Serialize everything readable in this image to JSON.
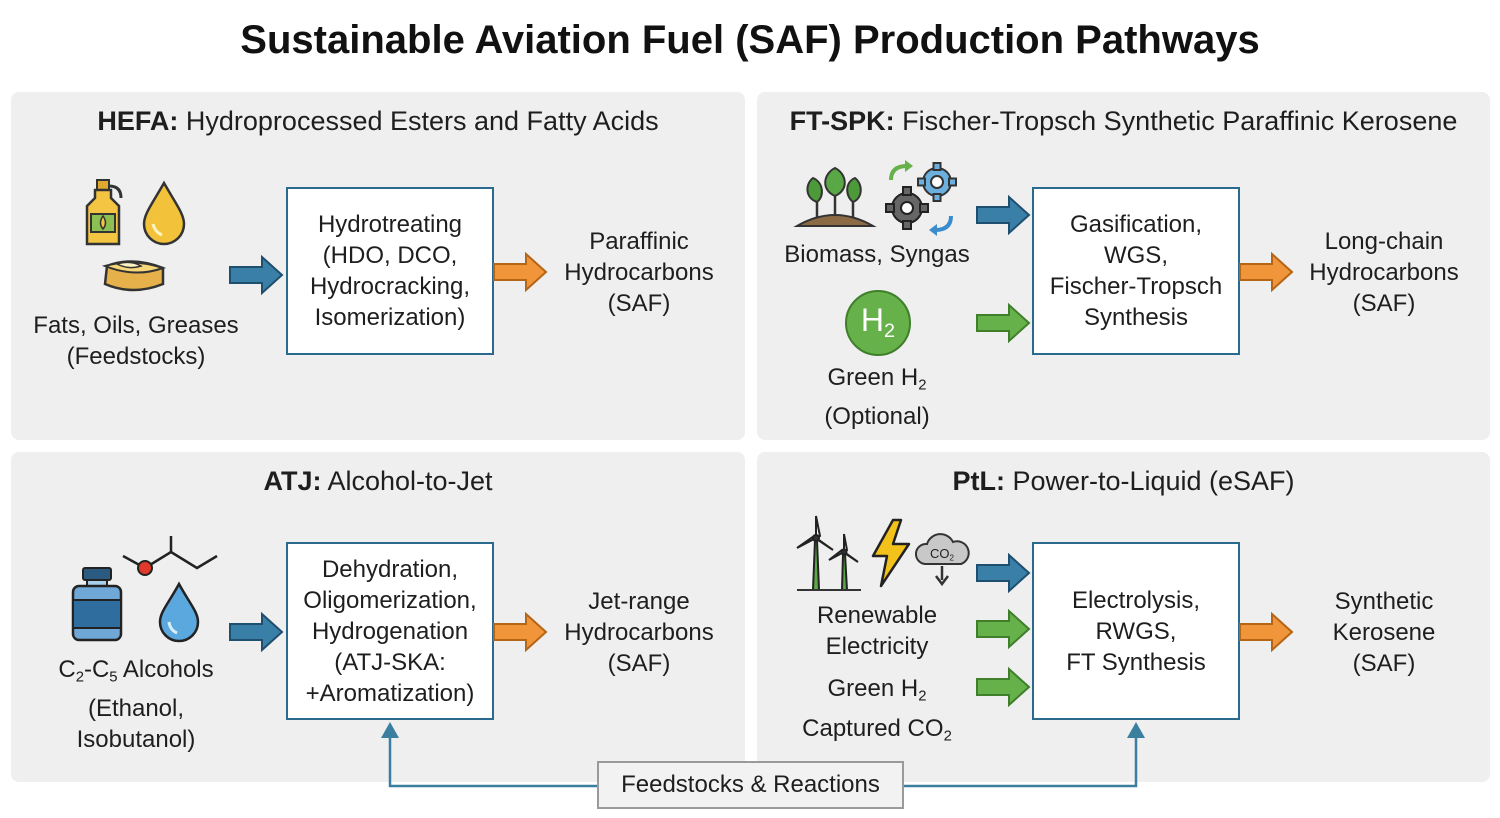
{
  "title": "Sustainable Aviation Fuel (SAF) Production Pathways",
  "colors": {
    "panel_bg": "#efefef",
    "process_border": "#2a6a8c",
    "blue_arrow": "#3a7fa8",
    "orange_arrow": "#f0953a",
    "green_arrow": "#66b14a",
    "connector": "#3a7fa0"
  },
  "panels": {
    "hefa": {
      "title_bold": "HEFA:",
      "title_rest": " Hydroprocessed Esters and Fatty Acids",
      "feedstock": [
        "Fats, Oils, Greases",
        "(Feedstocks)"
      ],
      "icons": [
        "oil-bottle-icon",
        "oil-drop-icon",
        "fat-block-icon"
      ],
      "process": [
        "Hydrotreating",
        "(HDO, DCO,",
        "Hydrocracking,",
        "Isomerization)"
      ],
      "product": [
        "Paraffinic",
        "Hydrocarbons",
        "(SAF)"
      ]
    },
    "ftspk": {
      "title_bold": "FT-SPK:",
      "title_rest": " Fischer-Tropsch Synthetic Paraffinic Kerosene",
      "feedstock_1": "Biomass, Syngas",
      "h2_symbol": "H",
      "h2_sub": "2",
      "feedstock_2_main": "Green H",
      "feedstock_2_sub": "2",
      "feedstock_2_note": "(Optional)",
      "icons": [
        "plants-icon",
        "gears-icon",
        "h2-circle-icon"
      ],
      "process": [
        "Gasification,",
        "WGS,",
        "Fischer-Tropsch",
        "Synthesis"
      ],
      "product": [
        "Long-chain",
        "Hydrocarbons",
        "(SAF)"
      ]
    },
    "atj": {
      "title_bold": "ATJ:",
      "title_rest": " Alcohol-to-Jet",
      "feedstock_l1_a": "C",
      "feedstock_l1_sub1": "2",
      "feedstock_l1_b": "-C",
      "feedstock_l1_sub2": "5",
      "feedstock_l1_c": " Alcohols",
      "feedstock_l2": "(Ethanol,",
      "feedstock_l3": "Isobutanol)",
      "icons": [
        "bottle-icon",
        "molecule-icon",
        "water-drop-icon"
      ],
      "process": [
        "Dehydration,",
        "Oligomerization,",
        "Hydrogenation",
        "(ATJ-SKA:",
        "+Aromatization)"
      ],
      "product": [
        "Jet-range",
        "Hydrocarbons",
        "(SAF)"
      ]
    },
    "ptl": {
      "title_bold": "PtL:",
      "title_rest": " Power-to-Liquid (eSAF)",
      "feedstock_1": [
        "Renewable",
        "Electricity"
      ],
      "feedstock_2_main": "Green H",
      "feedstock_2_sub": "2",
      "feedstock_3_main": "Captured CO",
      "feedstock_3_sub": "2",
      "co2_main": "CO",
      "co2_sub": "2",
      "icons": [
        "wind-turbine-icon",
        "lightning-icon",
        "co2-cloud-icon"
      ],
      "process": [
        "Electrolysis,",
        "RWGS,",
        "FT Synthesis"
      ],
      "product": [
        "Synthetic",
        "Kerosene",
        "(SAF)"
      ]
    }
  },
  "footer": "Feedstocks & Reactions"
}
